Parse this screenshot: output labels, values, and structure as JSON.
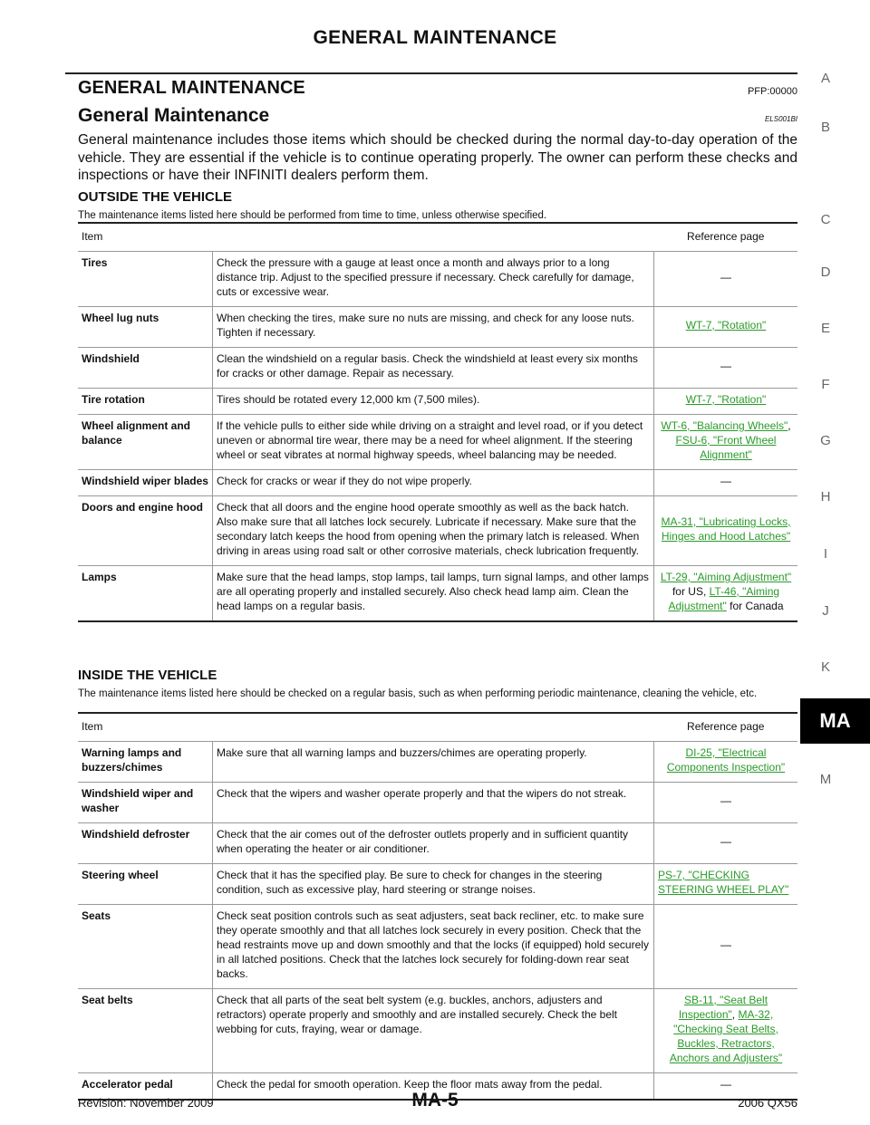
{
  "header": {
    "title": "GENERAL MAINTENANCE"
  },
  "side_nav": [
    "A",
    "B",
    "C",
    "D",
    "E",
    "F",
    "G",
    "H",
    "I",
    "J",
    "K",
    "MA",
    "M"
  ],
  "section": {
    "title": "GENERAL MAINTENANCE",
    "code": "PFP:00000"
  },
  "subsection": {
    "title": "General Maintenance",
    "code": "ELS001BI"
  },
  "intro": "General maintenance includes those items which should be checked during the normal day-to-day operation of the vehicle. They are essential if the vehicle is to continue operating properly. The owner can perform these checks and inspections or have their INFINITI dealers perform them.",
  "outside": {
    "heading": "OUTSIDE THE VEHICLE",
    "note": "The maintenance items listed here should be performed from time to time, unless otherwise specified.",
    "col_item": "Item",
    "col_ref": "Reference page",
    "rows": [
      {
        "item": "Tires",
        "desc": "Check the pressure with a gauge at least once a month and always prior to a long distance trip. Adjust to the specified pressure if necessary. Check carefully for damage, cuts or excessive wear.",
        "ref": "—"
      },
      {
        "item": "Wheel lug nuts",
        "desc": "When checking the tires, make sure no nuts are missing, and check for any loose nuts. Tighten if necessary.",
        "ref_link1": "WT-7, \"Rotation\""
      },
      {
        "item": "Windshield",
        "desc": "Clean the windshield on a regular basis. Check the windshield at least every six months for cracks or other damage. Repair as necessary.",
        "ref": "—"
      },
      {
        "item": "Tire rotation",
        "desc": "Tires should be rotated every 12,000 km (7,500 miles).",
        "ref_link1": "WT-7, \"Rotation\""
      },
      {
        "item": "Wheel alignment and balance",
        "desc": "If the vehicle pulls to either side while driving on a straight and level road, or if you detect uneven or abnormal tire wear, there may be a need for wheel alignment. If the steering wheel or seat vibrates at normal highway speeds, wheel balancing may be needed.",
        "ref_link1": "WT-6, \"Balancing Wheels\"",
        "ref_sep": ", ",
        "ref_link2": "FSU-6, \"Front Wheel Alignment\""
      },
      {
        "item": "Windshield wiper blades",
        "desc": "Check for cracks or wear if they do not wipe properly.",
        "ref": "—"
      },
      {
        "item": "Doors and engine hood",
        "desc": "Check that all doors and the engine hood operate smoothly as well as the back hatch. Also make sure that all latches lock securely. Lubricate if necessary. Make sure that the secondary latch keeps the hood from opening when the primary latch is released. When driving in areas using road salt or other corrosive materials, check lubrication frequently.",
        "ref_link1": "MA-31, \"Lubricating Locks, Hinges and Hood Latches\""
      },
      {
        "item": "Lamps",
        "desc": "Make sure that the head lamps, stop lamps, tail lamps, turn signal lamps, and other lamps are all operating properly and installed securely. Also check head lamp aim. Clean the head lamps on a regular basis.",
        "ref_link1": "LT-29, \"Aiming Adjustment\"",
        "ref_sep": " for US, ",
        "ref_link2": "LT-46, \"Aiming Adjustment\"",
        "ref_tail": " for Canada"
      }
    ]
  },
  "inside": {
    "heading": "INSIDE THE VEHICLE",
    "note": "The maintenance items listed here should be checked on a regular basis, such as when performing periodic maintenance, cleaning the vehicle, etc.",
    "col_item": "Item",
    "col_ref": "Reference page",
    "rows": [
      {
        "item": "Warning lamps and buzzers/chimes",
        "desc": "Make sure that all warning lamps and buzzers/chimes are operating properly.",
        "ref_link1": "DI-25, \"Electrical Components Inspection\""
      },
      {
        "item": "Windshield wiper and washer",
        "desc": "Check that the wipers and washer operate properly and that the wipers do not streak.",
        "ref": "—"
      },
      {
        "item": "Windshield defroster",
        "desc": "Check that the air comes out of the defroster outlets properly and in sufficient quantity when operating the heater or air conditioner.",
        "ref": "—"
      },
      {
        "item": "Steering wheel",
        "desc": "Check that it has the specified play. Be sure to check for changes in the steering condition, such as excessive play, hard steering or strange noises.",
        "ref_link1": "PS-7, \"CHECKING STEERING WHEEL PLAY\""
      },
      {
        "item": "Seats",
        "desc": "Check seat position controls such as seat adjusters, seat back recliner, etc. to make sure they operate smoothly and that all latches lock securely in every position. Check that the head restraints move up and down smoothly and that the locks (if equipped) hold securely in all latched positions. Check that the latches lock securely for folding-down rear seat backs.",
        "ref": "—"
      },
      {
        "item": "Seat belts",
        "desc": "Check that all parts of the seat belt system (e.g. buckles, anchors, adjusters and retractors) operate properly and smoothly and are installed securely. Check the belt webbing for cuts, fraying, wear or damage.",
        "ref_link1": "SB-11, \"Seat Belt Inspection\"",
        "ref_sep": ", ",
        "ref_link2": "MA-32, \"Checking Seat Belts, Buckles, Retractors, Anchors and Adjusters\""
      },
      {
        "item": "Accelerator pedal",
        "desc": "Check the pedal for smooth operation. Keep the floor mats away from the pedal.",
        "ref": "—"
      }
    ]
  },
  "footer": {
    "revision": "Revision: November 2009",
    "page": "MA-5",
    "model": "2006 QX56"
  }
}
